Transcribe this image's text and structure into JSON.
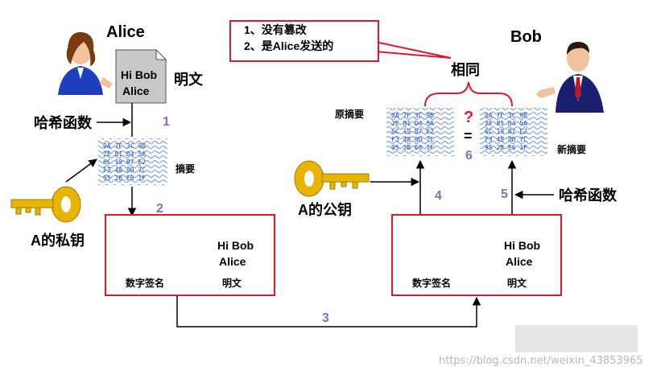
{
  "people": {
    "alice_name": "Alice",
    "bob_name": "Bob"
  },
  "alice_side": {
    "doc_line1": "Hi Bob",
    "doc_line2": "Alice",
    "plaintext_label": "明文",
    "hash_label": "哈希函数",
    "digest_label": "摘要",
    "private_key_label": "A的私钥",
    "signature_label": "数字签名",
    "box_plaintext_label": "明文",
    "box_doc_line1": "Hi Bob",
    "box_doc_line2": "Alice"
  },
  "bob_side": {
    "public_key_label": "A的公钥",
    "hash_label": "哈希函数",
    "original_digest_label": "原摘要",
    "new_digest_label": "新摘要",
    "same_label": "相同",
    "question_mark": "?",
    "equals": "=",
    "signature_label": "数字签名",
    "box_plaintext_label": "明文",
    "box_doc_line1": "Hi Bob",
    "box_doc_line2": "Alice"
  },
  "callout": {
    "line1": "1、没有篡改",
    "line2": "2、是Alice发送的"
  },
  "steps": [
    "1",
    "2",
    "3",
    "4",
    "5",
    "6"
  ],
  "digest_text_rows": [
    "0A 7F 3C 9B",
    "2E 81 D4 5A",
    "6C 19 B7 E2",
    "F3 48 0D 7C",
    "95 2B E6 1F"
  ],
  "watermark": "https://blog.csdn.net/weixin_43853965",
  "colors": {
    "accent_red": "#e0192a",
    "step_purple": "#8a6bbf",
    "digest_blue": "#1f4fd8",
    "key_gold": "#e8b400",
    "doc_gray": "#c8c8c8"
  }
}
